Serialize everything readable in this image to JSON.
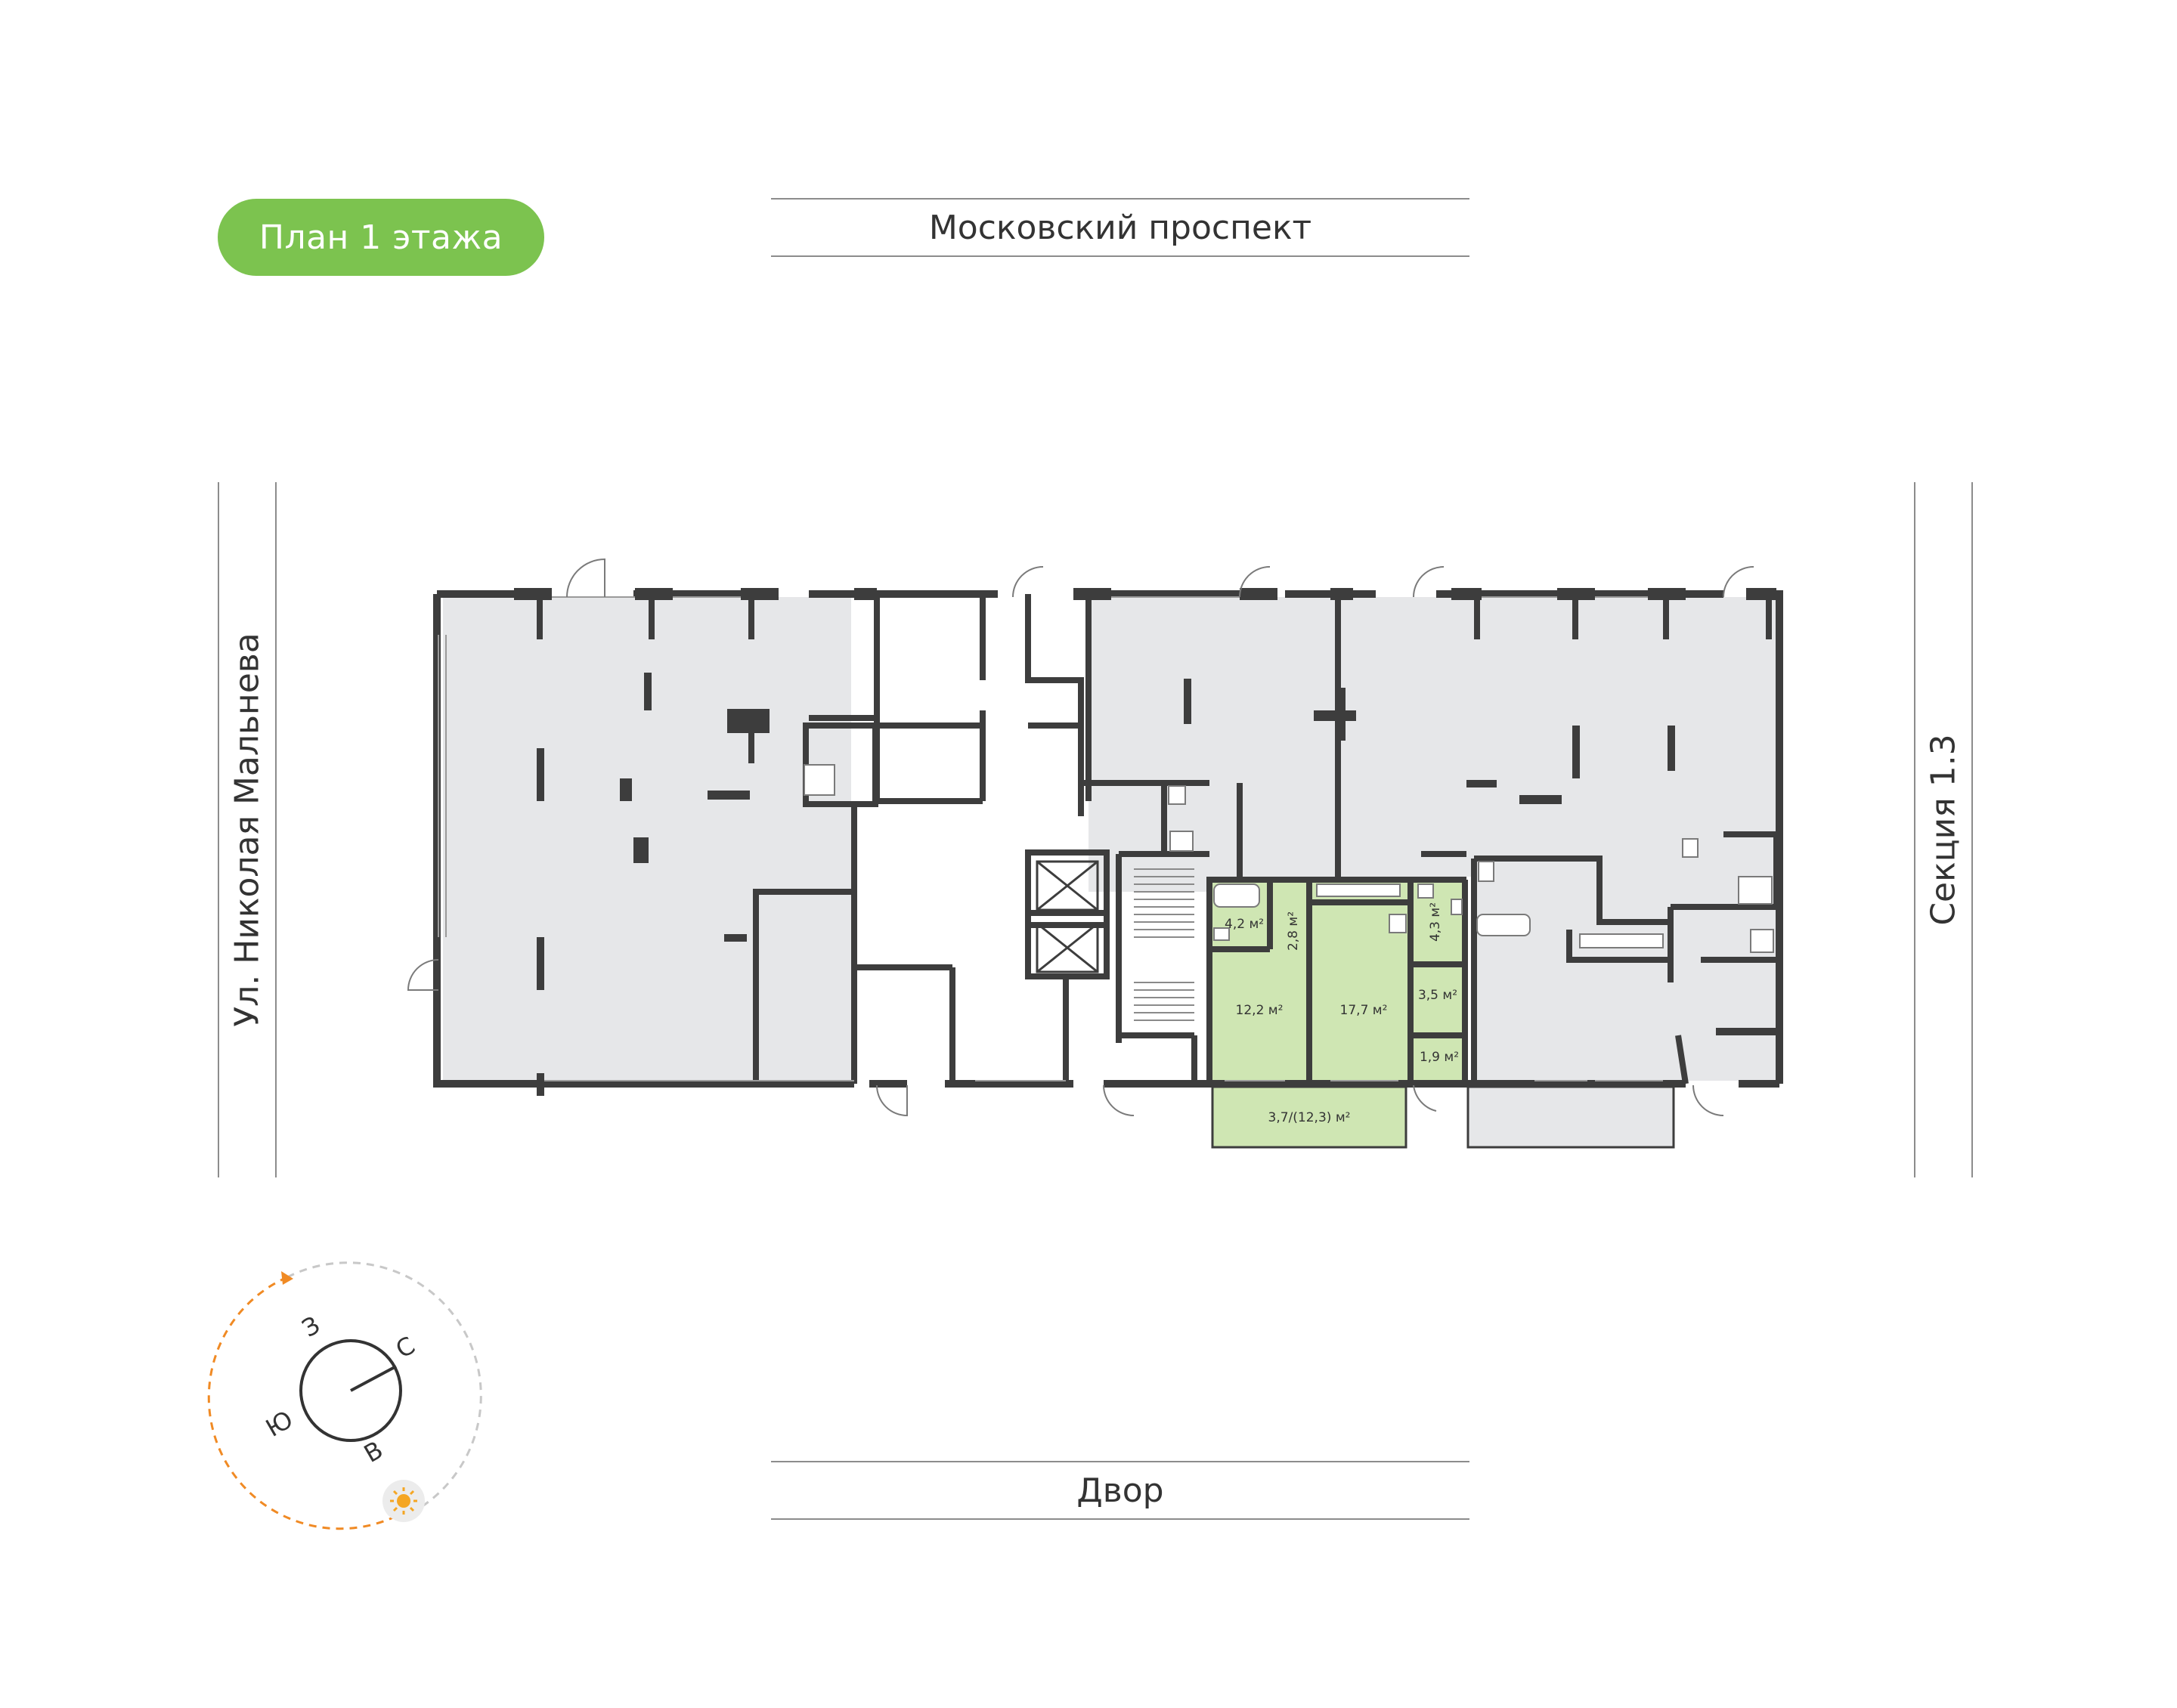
{
  "badge": {
    "label": "План 1 этажа",
    "color": "#7cc34f"
  },
  "streets": {
    "top": "Московский проспект",
    "bottom": "Двор",
    "left": "Ул. Николая Мальнева",
    "right": "Секция 1.3"
  },
  "apartment": {
    "highlight_color": "#cfe6b3",
    "rooms": [
      {
        "id": "bath",
        "area": "4,2 м²"
      },
      {
        "id": "hall-small",
        "area": "2,8 м²"
      },
      {
        "id": "bedroom",
        "area": "12,2 м²"
      },
      {
        "id": "living",
        "area": "17,7 м²"
      },
      {
        "id": "corridor",
        "area": "4,3 м²"
      },
      {
        "id": "wc",
        "area": "3,5 м²"
      },
      {
        "id": "storage",
        "area": "1,9 м²"
      },
      {
        "id": "terrace",
        "area": "3,7/(12,3) м²"
      }
    ]
  },
  "compass": {
    "north": "С",
    "south": "Ю",
    "east": "В",
    "west": "З",
    "sun_color": "#f5a623",
    "path_color": "#f08a24"
  }
}
